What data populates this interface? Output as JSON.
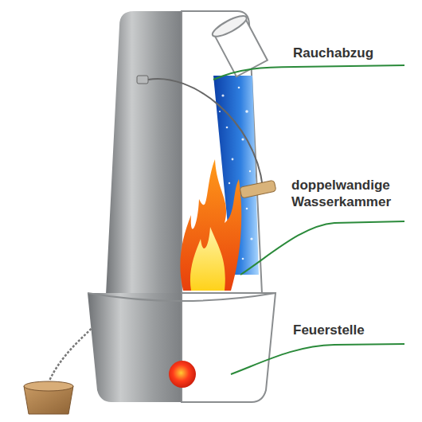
{
  "diagram": {
    "labels": [
      "Rauchabzug",
      "doppelwandige Wasserkammer",
      "Feuerstelle"
    ]
  }
}
